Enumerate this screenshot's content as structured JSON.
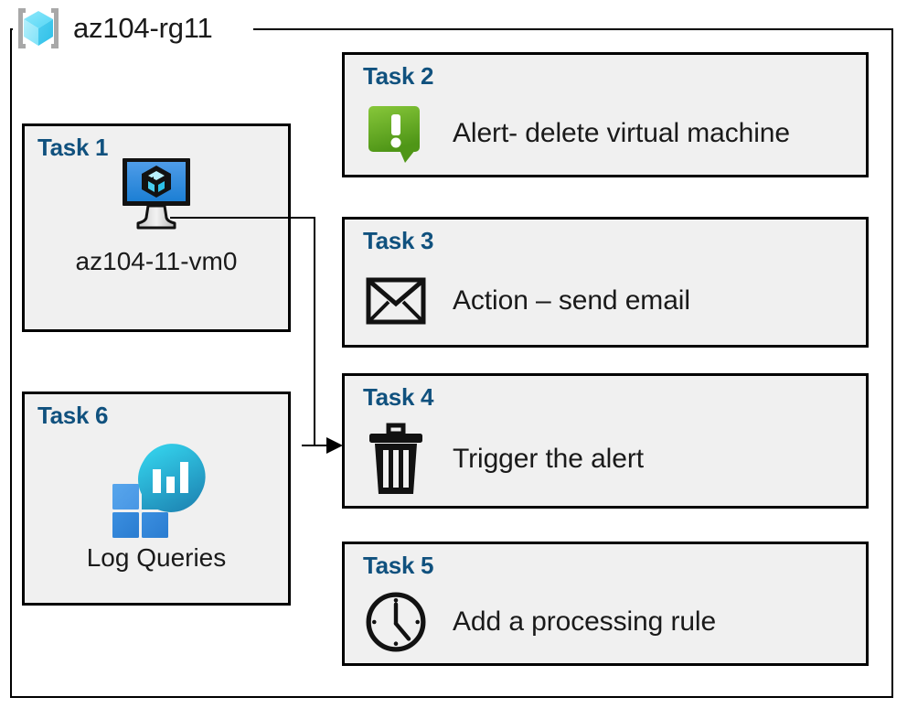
{
  "resource_group": {
    "name": "az104-rg11",
    "icon": "resource-group-cube-icon"
  },
  "colors": {
    "task_title": "#10517e",
    "card_background": "#f0f0f0",
    "card_border": "#000000",
    "alert_green": "#76bc21",
    "vm_blue": "#2f8fe0",
    "log_analytics_cyan": "#2ecce4",
    "log_analytics_blue": "#2f8fe0"
  },
  "cards": [
    {
      "id": "task1",
      "title": "Task 1",
      "label": "az104-11-vm0",
      "icon": "virtual-machine-icon",
      "column": "left"
    },
    {
      "id": "task6",
      "title": "Task 6",
      "label": "Log Queries",
      "icon": "log-analytics-icon",
      "column": "left"
    },
    {
      "id": "task2",
      "title": "Task 2",
      "label": "Alert- delete virtual machine",
      "icon": "alert-bubble-icon",
      "column": "right"
    },
    {
      "id": "task3",
      "title": "Task 3",
      "label": "Action – send email",
      "icon": "envelope-icon",
      "column": "right"
    },
    {
      "id": "task4",
      "title": "Task 4",
      "label": "Trigger the alert",
      "icon": "trash-can-icon",
      "column": "right"
    },
    {
      "id": "task5",
      "title": "Task 5",
      "label": "Add a processing rule",
      "icon": "clock-icon",
      "column": "right"
    }
  ],
  "connector": {
    "from": "task1-virtual-machine-icon",
    "to": "task4-card",
    "arrow": "arrowhead-right"
  }
}
